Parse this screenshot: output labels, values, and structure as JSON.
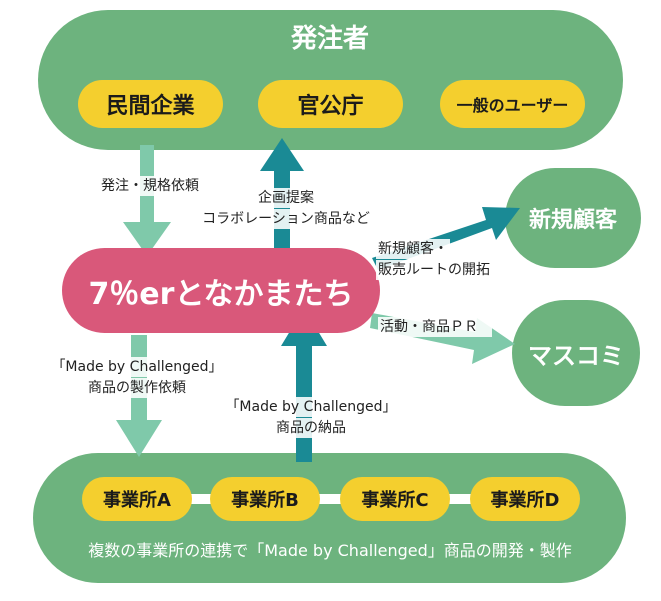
{
  "orderer": {
    "title": "発注者",
    "items": [
      "民間企業",
      "官公庁",
      "一般のユーザー"
    ]
  },
  "center": {
    "label": "7％erとなかまたち"
  },
  "new_customers": {
    "label": "新規顧客"
  },
  "mass_media": {
    "label": "マスコミ"
  },
  "offices": {
    "items": [
      "事業所A",
      "事業所B",
      "事業所C",
      "事業所D"
    ],
    "caption": "複数の事業所の連携で「Made by Challenged」商品の開発・製作"
  },
  "arrows": {
    "order_spec": "発注・規格依頼",
    "proposal_line1": "企画提案",
    "proposal_line2": "コラボレーション商品など",
    "develop_line1": "新規顧客・",
    "develop_line2": "販売ルートの開拓",
    "pr": "活動・商品ＰＲ",
    "request_line1": "「Made by Challenged」",
    "request_line2": "商品の製作依頼",
    "delivery_line1": "「Made by Challenged」",
    "delivery_line2": "商品の納品"
  },
  "colors": {
    "group_green": "#6db37e",
    "pill_yellow": "#f4cf2e",
    "center_pink": "#d9587a",
    "arrow_light": "#7fc9aa",
    "arrow_teal": "#1a8a95"
  }
}
